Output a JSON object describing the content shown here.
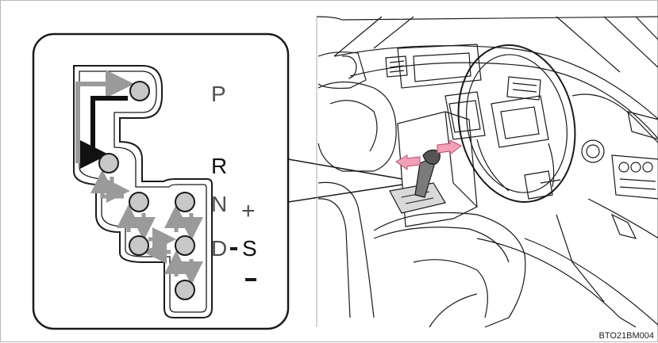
{
  "positions": {
    "p": "P",
    "r": "R",
    "n": "N",
    "d": "D",
    "s": "S",
    "plus": "+",
    "minus": "-"
  },
  "figure_code": "BTO21BM004",
  "colors": {
    "outline": "#1a1a1a",
    "gray_arrow": "#9a9a9a",
    "black_arrow": "#111111",
    "knob_fill": "#c8c8c8",
    "callout_arrow_fill": "#f2a0b8",
    "callout_arrow_stroke": "#c44a6e"
  }
}
